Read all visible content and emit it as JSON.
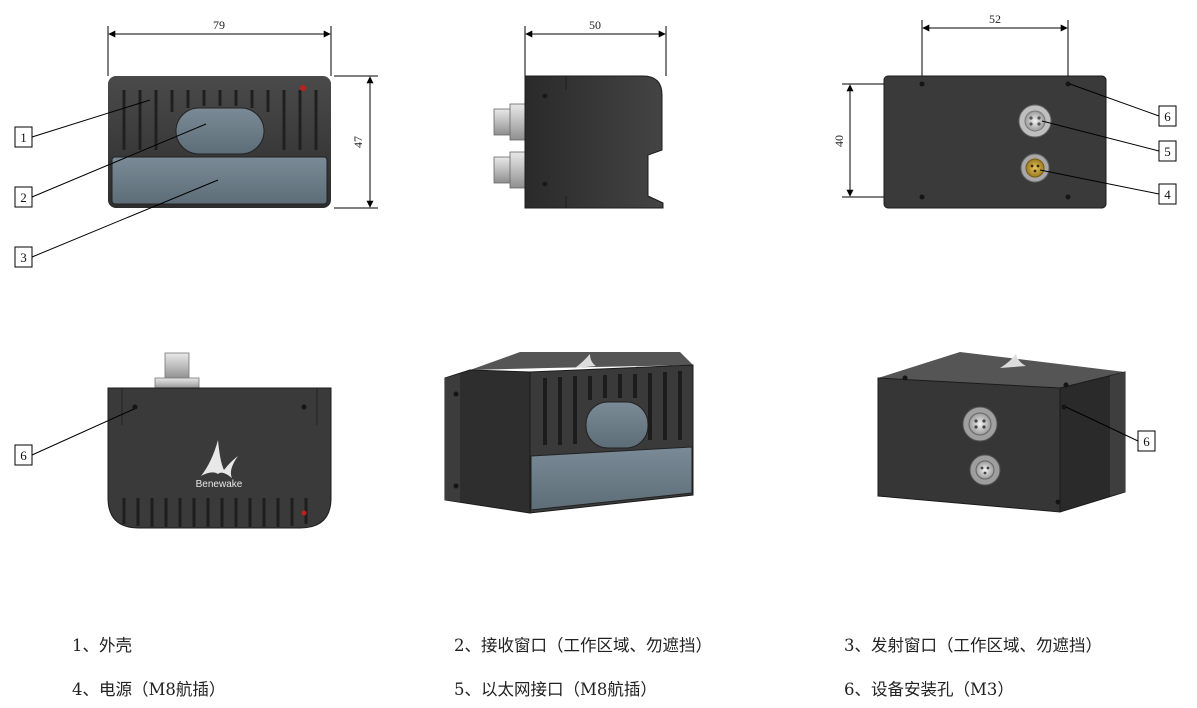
{
  "dimensions": {
    "front_width": "79",
    "front_height": "47",
    "side_width": "50",
    "back_width": "52",
    "back_height": "40"
  },
  "callouts": {
    "c1": "1",
    "c2": "2",
    "c3": "3",
    "c4": "4",
    "c5": "5",
    "c6": "6"
  },
  "logo_text": "Benewake",
  "legend": [
    "1、外壳",
    "2、接收窗口（工作区域、勿遮挡）",
    "3、发射窗口（工作区域、勿遮挡）",
    "4、电源（M8航插）",
    "5、以太网接口（M8航插）",
    "6、设备安装孔（M3）"
  ],
  "colors": {
    "housing": "#3b3b3b",
    "housing_dark": "#262626",
    "window": "#6b7c88",
    "connector_power": "#c9a23a",
    "connector_eth": "#c8c8c8",
    "led": "#c0201a"
  }
}
